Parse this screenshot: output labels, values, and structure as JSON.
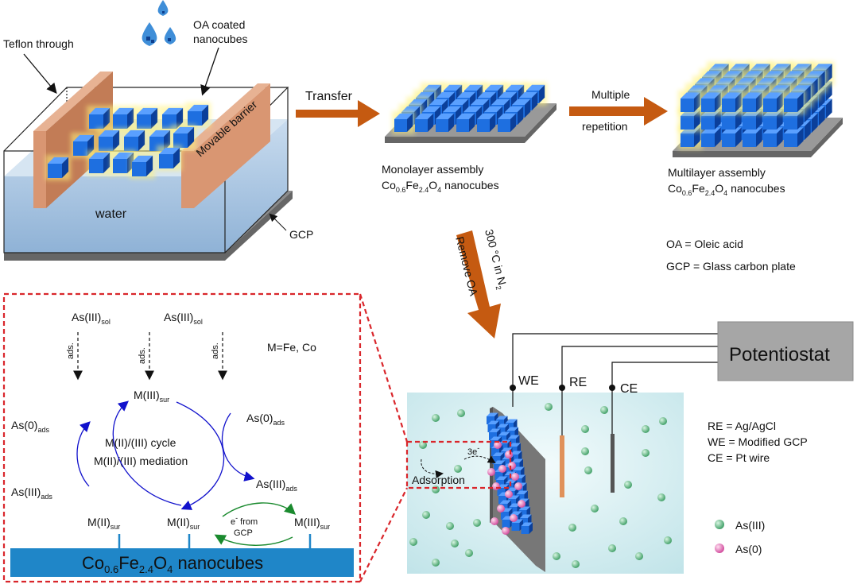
{
  "trough": {
    "teflon_label": "Teflon through",
    "oa_label_line1": "OA coated",
    "oa_label_line2": "nanocubes",
    "barrier_label": "Movable barrier",
    "water_label": "water",
    "gcp_label": "GCP"
  },
  "steps": {
    "transfer_label": "Transfer",
    "multiple_line1": "Multiple",
    "multiple_line2": "repetition",
    "monolayer_line1": "Monolayer assembly",
    "multilayer_line1": "Multilayer assembly",
    "nanocube_formula": "Co0.6Fe2.4O4 nanocubes",
    "anneal_line1": "300 °C in N2",
    "anneal_line2": "Remove OA"
  },
  "legend_top": {
    "oa_def": "OA = Oleic acid",
    "gcp_def": "GCP = Glass carbon plate"
  },
  "cell": {
    "potentiostat_label": "Potentiostat",
    "we_label": "WE",
    "re_label": "RE",
    "ce_label": "CE",
    "re_def": "RE = Ag/AgCl",
    "we_def": "WE = Modified GCP",
    "ce_def": "CE = Pt wire",
    "electron_label": "3e",
    "adsorption_label": "Adsorption",
    "as3_legend": "As(III)",
    "as0_legend": "As(0)"
  },
  "mechanism": {
    "as_sol_1": "As(III)sol",
    "as_sol_2": "As(III)sol",
    "ads_label": "ads.",
    "m_def": "M=Fe, Co",
    "m3_sur_top": "M(III)sur",
    "as0_ads_left": "As(0)ads",
    "as0_ads_right": "As(0)ads",
    "cycle_line1": "M(II)/(III) cycle",
    "cycle_line2": "M(II)/(III) mediation",
    "as3_ads_left": "As(III)ads",
    "as3_ads_right": "As(III)ads",
    "m2_sur_1": "M(II)sur",
    "m2_sur_2": "M(II)sur",
    "m3_sur_bottom": "M(III)sur",
    "efrom_line1": "e from",
    "efrom_line2": "GCP",
    "substrate_label": "Co0.6Fe2.4O4 nanocubes"
  },
  "colors": {
    "cube_front": "#1e6fe0",
    "cube_top": "#5aa0ff",
    "cube_side": "#0b3f9a",
    "arrow_orange": "#c55a11",
    "barrier": "#d99672",
    "water": "#a9c6e2",
    "gcp_gray": "#777777",
    "dashed_red": "#d9262b",
    "blue_arrow": "#1111cc",
    "green_arrow": "#1a8a2e",
    "substrate": "#1f86c8",
    "as3_particle": "#5fbf86",
    "as0_particle": "#e86fb3"
  }
}
